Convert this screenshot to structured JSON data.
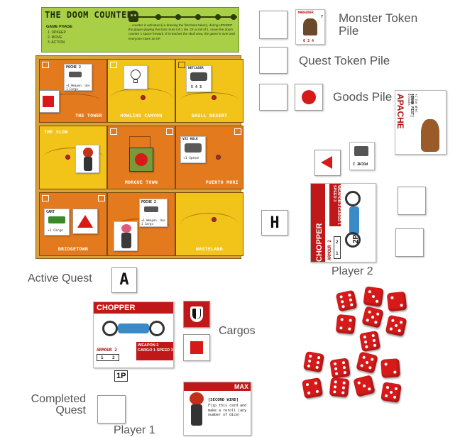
{
  "doom_counter": {
    "title": "THE DOOM COUNTER",
    "phase_heading": "GAME PHASE",
    "phases": [
      "1. UPKEEP",
      "2. MOVE",
      "3. ACTION"
    ],
    "description": "... counter is activated (i.e drawing the first boss token), during UPKEEP the player playing that turn must roll 1 die. On a roll of 1, move the doom counter 1 space forward. If it reaches the skull area, the game is over and everyone loses 10 XP.",
    "track_spaces": 5
  },
  "board": {
    "tiles": [
      {
        "name": "THE TOWER",
        "color": "orange",
        "overlay_card": {
          "title": "POCHE 2",
          "text": "+1 Weapon. Use 1 Cargo"
        },
        "token": "red-square"
      },
      {
        "name": "HOWLING CANYON",
        "color": "yellow",
        "overlay_card": {
          "title": "",
          "text": ""
        },
        "token": "none"
      },
      {
        "name": "SKULL DESERT",
        "color": "yellow",
        "overlay_card": {
          "title": "NETCASER",
          "text": "5 4 3"
        },
        "token": "none"
      },
      {
        "name": "THE SLOW",
        "color": "yellow",
        "overlay_card": {
          "title": "",
          "text": ""
        },
        "token": "none"
      },
      {
        "name": "MORGUE TOWN",
        "color": "orange",
        "overlay_card": {
          "title": "",
          "text": ""
        },
        "token": "red-circle"
      },
      {
        "name": "PUERTO MORI",
        "color": "orange",
        "overlay_card": {
          "title": "V32 HULK",
          "text": "+1 Speed"
        },
        "token": "none"
      },
      {
        "name": "BRIDGETOWN",
        "color": "orange",
        "overlay_card": {
          "title": "CART",
          "text": "+1 Cargo"
        },
        "token": "red-triangle"
      },
      {
        "name": "",
        "color": "orange",
        "overlay_card": {
          "title": "POCHE 2",
          "text": "+1 Weapon. Use 1 Cargo"
        },
        "token": "none"
      },
      {
        "name": "WASTELAND",
        "color": "yellow",
        "overlay_card": {
          "title": "",
          "text": ""
        },
        "token": "none"
      }
    ]
  },
  "piles": {
    "monster": {
      "label": "Monster Token Pile",
      "card_title": "MARAUDER",
      "card_value": "7",
      "card_stats": "6 3 4"
    },
    "quest": {
      "label": "Quest Token Pile"
    },
    "goods": {
      "label": "Goods Pile"
    }
  },
  "apache_card": {
    "name": "APACHE",
    "ability": "[IRON FIST]",
    "text": "+1 die when making ... attacks"
  },
  "player2": {
    "label": "Player 2",
    "vehicle": "CHOPPER",
    "stats": "WEAPON 2 CARGO 1 SPEED 3",
    "armour": "ARMOUR 2",
    "armour_values": [
      "1",
      "2"
    ],
    "badge": "2P",
    "token_letter": "H",
    "side_card": {
      "title": "POCHE 2",
      "text": ""
    }
  },
  "player1": {
    "label": "Player 1",
    "vehicle": "CHOPPER",
    "stats": "WEAPON 2 CARGO 1 SPEED 3",
    "armour": "ARMOUR 2",
    "armour_values": [
      "1",
      "2"
    ],
    "badge": "1P"
  },
  "active_quest": {
    "label": "Active Quest",
    "letter": "A"
  },
  "cargos": {
    "label": "Cargos"
  },
  "completed_quest": {
    "label": "Completed Quest"
  },
  "max_card": {
    "name": "MAX",
    "ability": "[SECOND WIND]",
    "text": "Flip this card and make a reroll (any number of dice)"
  },
  "dice": {
    "upper_group": [
      6,
      3,
      2,
      5,
      4,
      6,
      5
    ],
    "lower_group": [
      6,
      6,
      5,
      2,
      4,
      6,
      3,
      5
    ]
  },
  "colors": {
    "orange": "#e47a1e",
    "yellow": "#f2c41a",
    "doom_green": "#a8cf45",
    "token_red": "#d61a1a"
  }
}
